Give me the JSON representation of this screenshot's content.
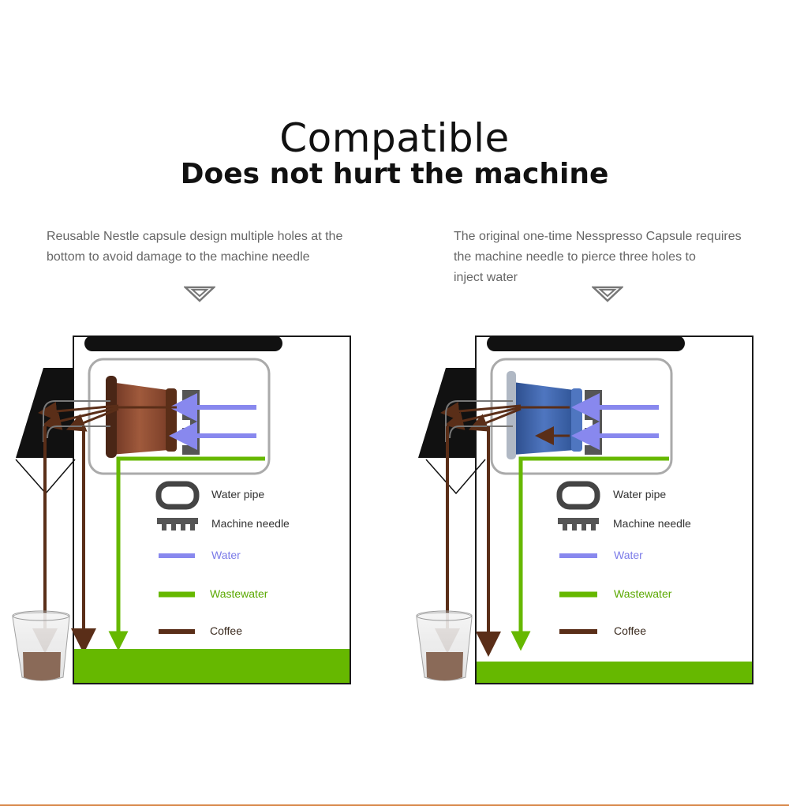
{
  "header": {
    "title": "Compatible",
    "subtitle": "Does not hurt the machine"
  },
  "left": {
    "description_line1": "Reusable Nestle capsule design multiple holes at the",
    "description_line2": "bottom to avoid damage to the machine needle",
    "capsule_color": "#8a4a32"
  },
  "right": {
    "description_line1": "The original one-time Nesspresso Capsule requires",
    "description_line2": "the machine needle to pierce three holes to",
    "description_line3": "inject water",
    "capsule_color": "#3f64a8"
  },
  "legend": {
    "water_pipe": "Water pipe",
    "machine_needle": "Machine needle",
    "water": "Water",
    "wastewater": "Wastewater",
    "coffee": "Coffee"
  },
  "colors": {
    "water": "#8888ee",
    "wastewater": "#66b800",
    "coffee": "#5a2e18",
    "frame": "#1a1a1a"
  },
  "icons": {
    "triangle": "down-triangle-icon",
    "water_pipe": "water-pipe-icon",
    "machine_needle": "machine-needle-icon"
  }
}
